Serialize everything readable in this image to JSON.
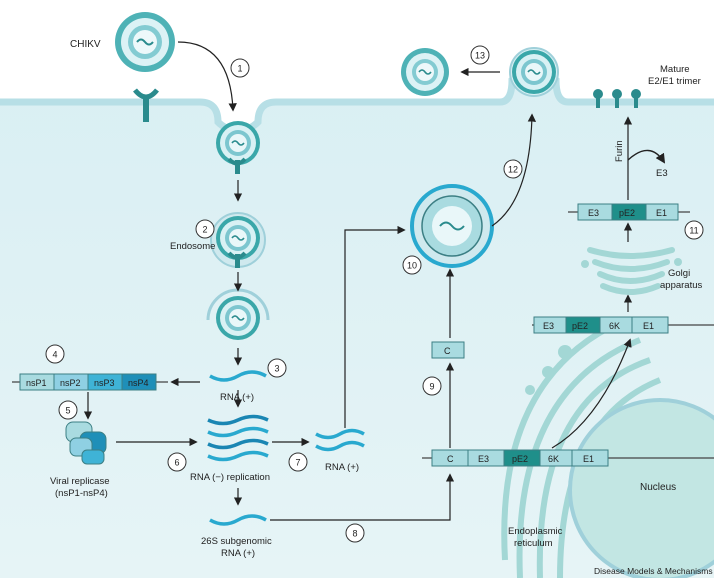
{
  "labels": {
    "chikv": "CHIKV",
    "endosome": "Endosome",
    "rna_plus_1": "RNA (+)",
    "rna_minus": "RNA (−) replication",
    "rna_plus_2": "RNA (+)",
    "subgenomic_line1": "26S subgenomic",
    "subgenomic_line2": "RNA (+)",
    "replicase_line1": "Viral replicase",
    "replicase_line2": "(nsP1-nsP4)",
    "er_line1": "Endoplasmic",
    "er_line2": "reticulum",
    "nucleus": "Nucleus",
    "golgi_line1": "Golgi",
    "golgi_line2": "apparatus",
    "furin": "Furin",
    "e3_released": "E3",
    "mature_line1": "Mature",
    "mature_line2": "E2/E1 trimer",
    "credit": "Disease Models & Mechanisms"
  },
  "steps": [
    "1",
    "2",
    "3",
    "4",
    "5",
    "6",
    "7",
    "8",
    "9",
    "10",
    "11",
    "12",
    "13"
  ],
  "nsp_polyprotein": [
    "nsP1",
    "nsP2",
    "nsP3",
    "nsP4"
  ],
  "structural_polyprotein": [
    "C",
    "E3",
    "pE2",
    "6K",
    "E1"
  ],
  "capsid_label": "C",
  "golgi_polyprotein": [
    "E3",
    "pE2",
    "6K",
    "E1"
  ],
  "cleaved_polyprotein": [
    "E3",
    "pE2",
    "E1"
  ],
  "colors": {
    "membrane": "#cfe9ee",
    "membrane_dark": "#9fd0da",
    "teal": "#2a8b8d",
    "cyan": "#29a9cf",
    "light_box": "#a9dbe0",
    "dark_box": "#1f8f8a",
    "er": "#a3d7d5",
    "nucleus": "#c2e6e3"
  }
}
